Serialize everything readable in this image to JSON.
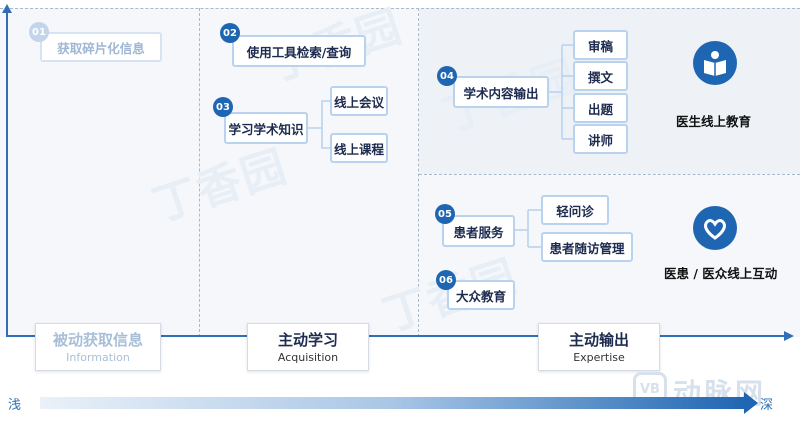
{
  "stages": [
    {
      "title": "被动获取信息",
      "subtitle": "Information"
    },
    {
      "title": "主动学习",
      "subtitle": "Acquisition"
    },
    {
      "title": "主动输出",
      "subtitle": "Expertise"
    }
  ],
  "steps": [
    {
      "num": "01",
      "label": "获取碎片化信息"
    },
    {
      "num": "02",
      "label": "使用工具检索/查询"
    },
    {
      "num": "03",
      "label": "学习学术知识"
    },
    {
      "num": "04",
      "label": "学术内容输出"
    },
    {
      "num": "05",
      "label": "患者服务"
    },
    {
      "num": "06",
      "label": "大众教育"
    }
  ],
  "learning_branches": [
    "线上会议",
    "线上课程"
  ],
  "output_branches": [
    "审稿",
    "撰文",
    "出题",
    "讲师"
  ],
  "service_branches": [
    "轻问诊",
    "患者随访管理"
  ],
  "highlights": [
    {
      "label": "医生线上教育",
      "icon": "book-reader-icon"
    },
    {
      "label": "医患 / 医众线上互动",
      "icon": "heart-hands-icon"
    }
  ],
  "depth": {
    "start": "浅",
    "end": "深"
  },
  "watermark": {
    "center": "丁香园",
    "brand": "动脉网",
    "brand_logo": "VB"
  },
  "colors": {
    "accent": "#1f66b2",
    "box_border": "#b9d3ee",
    "faded": "#9fb7d4"
  }
}
